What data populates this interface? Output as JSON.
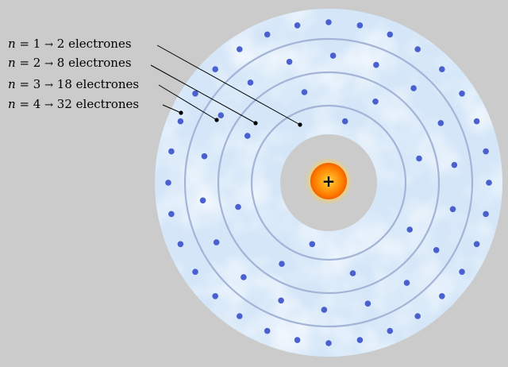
{
  "colors": {
    "background": "#cbcbcb",
    "cloud": "#d4e6f8",
    "ring": "#a3b4d6",
    "electron": "#4a60cf",
    "nucleus_core": "#ff8c00",
    "nucleus_glow": "#ffd15a"
  },
  "nucleus": {
    "symbol": "+"
  },
  "shells": [
    {
      "symbol": "n",
      "number": "1",
      "arrow": "→",
      "electrons": "2",
      "word": "electrones"
    },
    {
      "symbol": "n",
      "number": "2",
      "arrow": "→",
      "electrons": "8",
      "word": "electrones"
    },
    {
      "symbol": "n",
      "number": "3",
      "arrow": "→",
      "electrons": "18",
      "word": "electrones"
    },
    {
      "symbol": "n",
      "number": "4",
      "arrow": "→",
      "electrons": "32",
      "word": "electrones"
    }
  ]
}
